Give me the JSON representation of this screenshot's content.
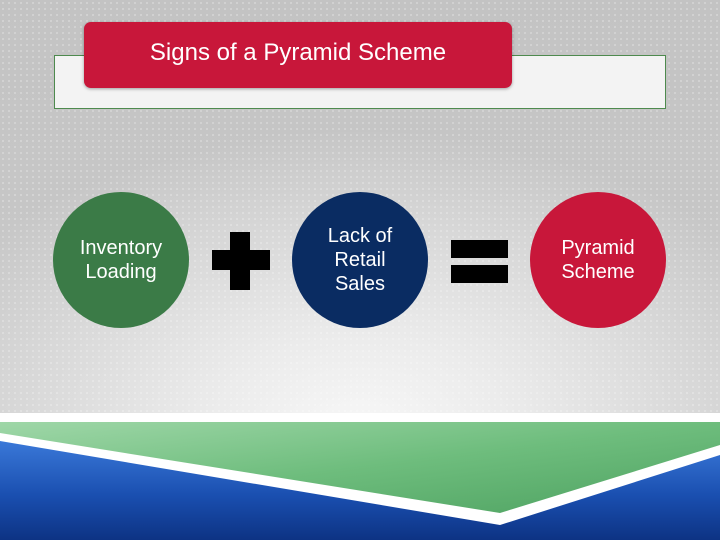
{
  "title": "Signs of a Pyramid Scheme",
  "circles": [
    {
      "label": "Inventory\nLoading",
      "color": "#3b7b47"
    },
    {
      "label": "Lack of\nRetail\nSales",
      "color": "#0a2c62"
    },
    {
      "label": "Pyramid\nScheme",
      "color": "#c8173a"
    }
  ],
  "operators": [
    "plus",
    "equals"
  ],
  "colors": {
    "accent_red": "#c8173a",
    "green": "#3b7b47",
    "navy": "#0a2c62",
    "footer_blue": "#1f5bc0",
    "footer_green": "#7fc48c"
  }
}
